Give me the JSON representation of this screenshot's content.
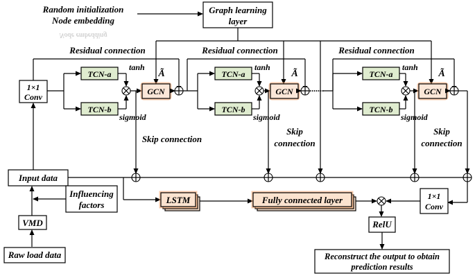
{
  "diagram": {
    "random_init_line1": "Random initialization",
    "random_init_line2": "Node embedding",
    "random_init_reflection": "Node embedding",
    "graph_learning_line1": "Graph learning",
    "graph_learning_line2": "layer",
    "residual_label": "Residual connection",
    "conv_line1": "1×1",
    "conv_line2": "Conv",
    "tcn_a": "TCN-a",
    "tcn_b": "TCN-b",
    "tanh": "tanh",
    "sigmoid": "sigmoid",
    "gcn": "GCN",
    "a_tilde": "Ã",
    "ellipsis": "·······",
    "skip_connection": "Skip connection",
    "skip_line1": "Skip",
    "skip_line2": "connection",
    "input_data": "Input data",
    "influencing_line1": "Influencing",
    "influencing_line2": "factors",
    "vmd": "VMD",
    "raw_load_data": "Raw load data",
    "lstm": "LSTM",
    "fully_connected": "Fully connected layer",
    "relu": "RelU",
    "output_line1": "Reconstruct the output to obtain",
    "output_line2": "prediction results"
  }
}
